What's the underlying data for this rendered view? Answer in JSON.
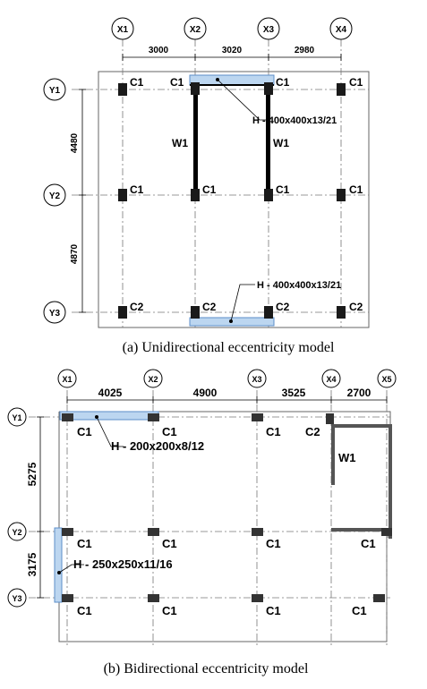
{
  "panel_a": {
    "grid_x": [
      "X1",
      "X2",
      "X3",
      "X4"
    ],
    "grid_y": [
      "Y1",
      "Y2",
      "Y3"
    ],
    "dims_x": [
      "3000",
      "3020",
      "2980"
    ],
    "dims_y": [
      "4480",
      "4870"
    ],
    "column_labels": {
      "y1": [
        "C1",
        "C1",
        "C1",
        "C1"
      ],
      "y2": [
        "C1",
        "C1",
        "C1",
        "C1"
      ],
      "y3": [
        "C2",
        "C2",
        "C2",
        "C2"
      ]
    },
    "wall_labels": [
      "W1",
      "W1"
    ],
    "beam_labels": [
      "H - 400x400x13/21",
      "H - 400x400x13/21"
    ],
    "caption": "(a) Unidirectional eccentricity model"
  },
  "panel_b": {
    "grid_x": [
      "X1",
      "X2",
      "X3",
      "X4",
      "X5"
    ],
    "grid_y": [
      "Y1",
      "Y2",
      "Y3"
    ],
    "dims_x": [
      "4025",
      "4900",
      "3525",
      "2700"
    ],
    "dims_y": [
      "5275",
      "3175"
    ],
    "column_labels": {
      "y1": [
        "C1",
        "C1",
        "C1",
        "C2"
      ],
      "y2": [
        "C1",
        "C1",
        "C1",
        "C1"
      ],
      "y3": [
        "C1",
        "C1",
        "C1",
        "C1"
      ]
    },
    "wall_labels": [
      "W1"
    ],
    "beam_labels": [
      "H - 200x200x8/12",
      "H - 250x250x11/16"
    ],
    "caption": "(b) Bidirectional eccentricity model"
  },
  "colors": {
    "line": "#000000",
    "column": "#1a1a1a",
    "column_b": "#333333",
    "highlight_fill": "#bcd6f0",
    "highlight_stroke": "#5b8ec9",
    "grid": "#555555"
  }
}
